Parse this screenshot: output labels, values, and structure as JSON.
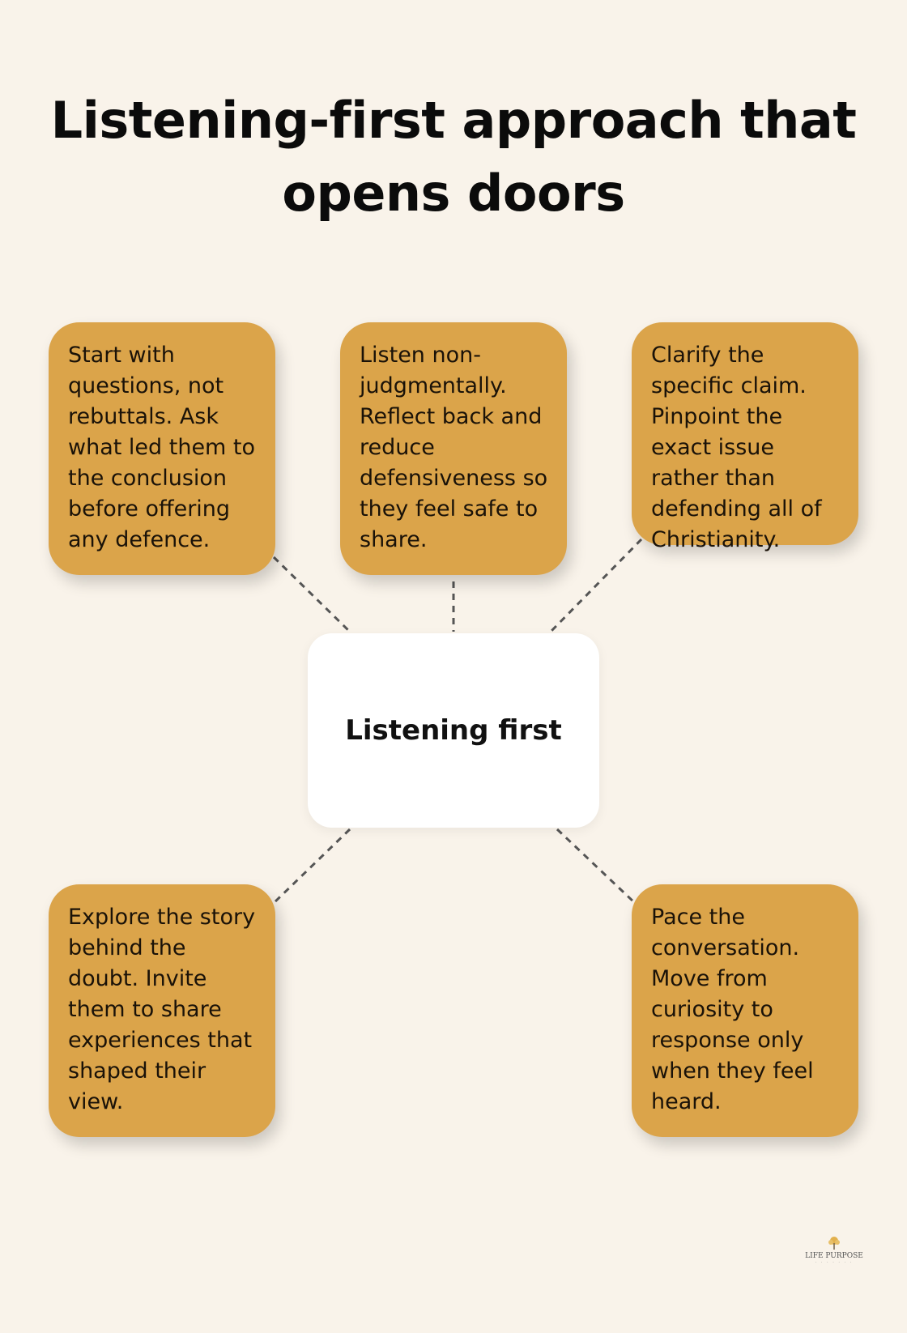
{
  "title": "Listening-first approach that opens doors",
  "center": {
    "label": "Listening first"
  },
  "cards": [
    {
      "text": "Start with questions, not rebuttals. Ask what led them to the conclusion before offering any defence."
    },
    {
      "text": "Listen non-judgmentally. Reflect back and reduce defensiveness so they feel safe to share."
    },
    {
      "text": "Clarify the specific claim. Pinpoint the exact issue rather than defending all of Christianity."
    },
    {
      "text": "Explore the story behind the doubt. Invite them to share experiences that shaped their view."
    },
    {
      "text": "Pace the conversation. Move from curiosity to response only when they feel heard."
    }
  ],
  "logo": {
    "name": "LIFE PURPOSE",
    "subtitle": "· · · · · · ·"
  },
  "colors": {
    "background": "#f9f3ea",
    "card": "#dba44a",
    "center_box": "#ffffff",
    "connector": "#555555"
  }
}
